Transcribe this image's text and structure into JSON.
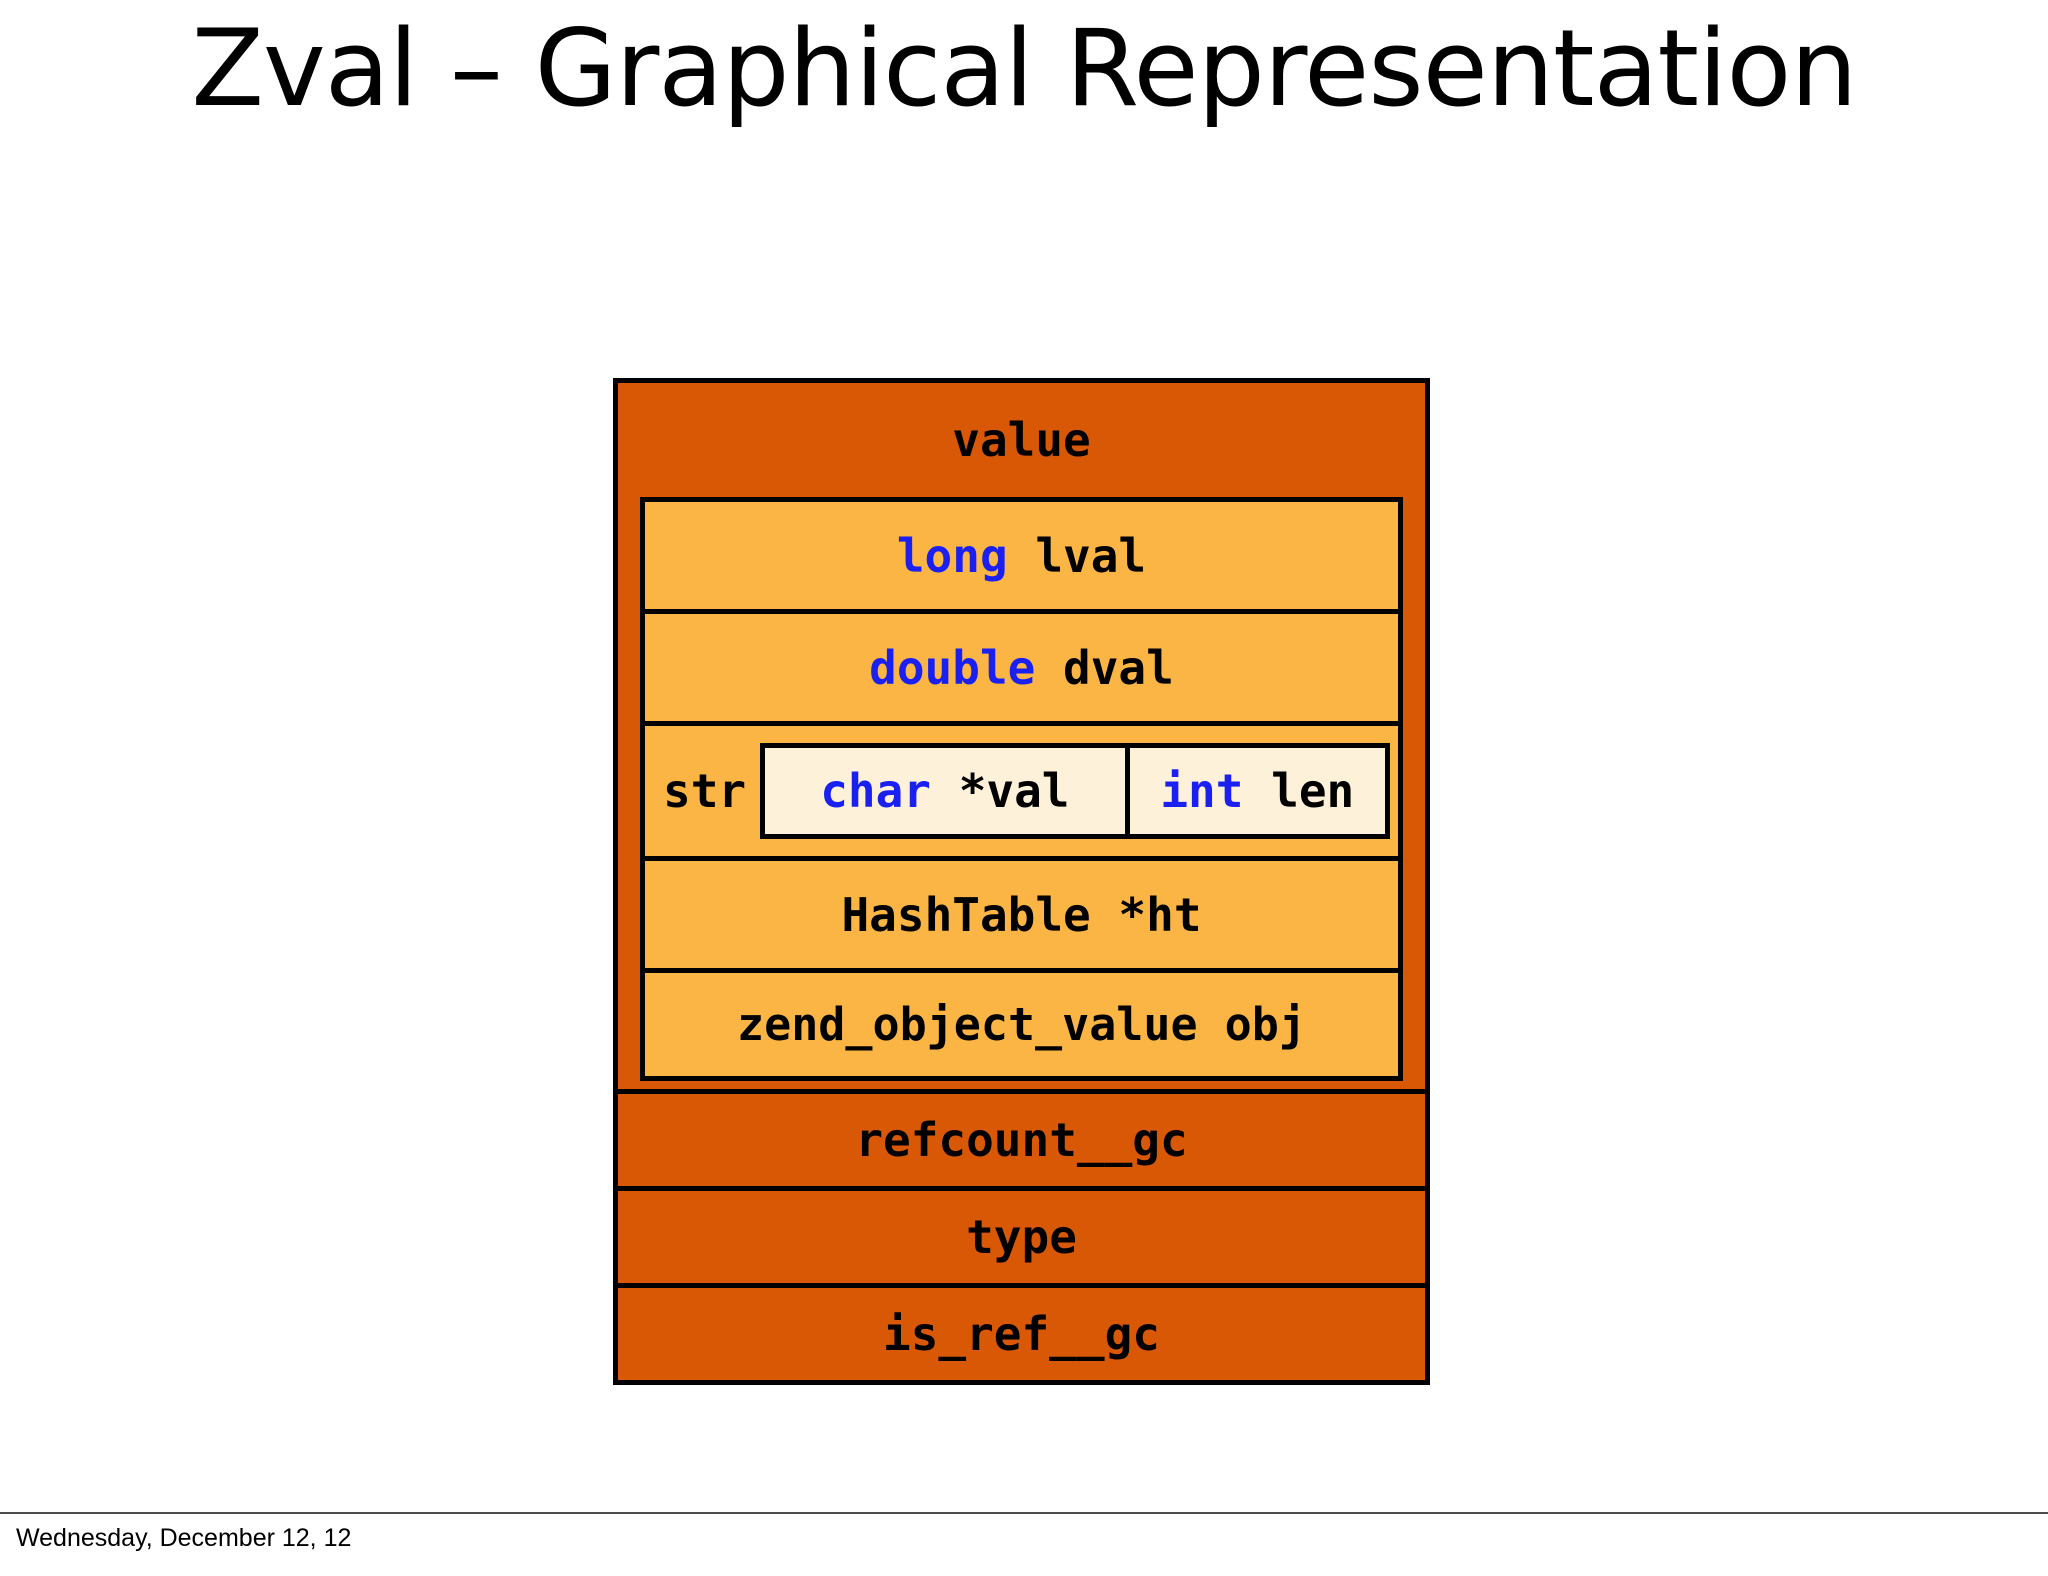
{
  "slide": {
    "title": "Zval – Graphical Representation",
    "footer_date": "Wednesday, December 12, 12"
  },
  "colors": {
    "outer_fill": "#d95806",
    "union_fill": "#fbb545",
    "nested_fill": "#fdf2d9",
    "keyword": "#1a20f2",
    "border": "#000000",
    "text": "#000000",
    "page_background": "#ffffff",
    "footer_rule": "#4d4d4d"
  },
  "diagram": {
    "name": "zval-struct",
    "value_label": "value",
    "union_members": [
      {
        "keyword": "long",
        "name": "lval"
      },
      {
        "keyword": "double",
        "name": "dval"
      }
    ],
    "str_member": {
      "label": "str",
      "fields": [
        {
          "keyword": "char",
          "name": "*val"
        },
        {
          "keyword": "int",
          "name": "len"
        }
      ]
    },
    "plain_members": [
      {
        "text": "HashTable *ht"
      },
      {
        "text": "zend_object_value obj"
      }
    ],
    "struct_fields": [
      {
        "text": "refcount__gc"
      },
      {
        "text": "type"
      },
      {
        "text": "is_ref__gc"
      }
    ]
  }
}
